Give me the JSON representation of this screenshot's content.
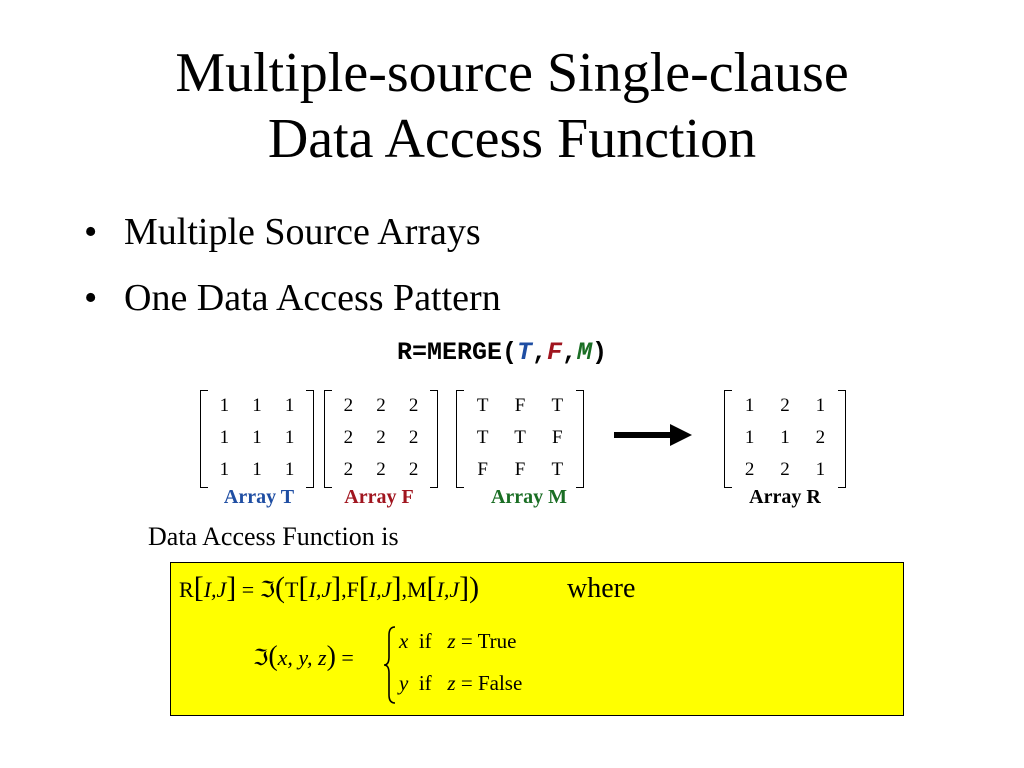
{
  "slide": {
    "title_line1": "Multiple-source Single-clause",
    "title_line2": "Data Access Function",
    "bullets": [
      "Multiple Source Arrays",
      "One Data Access Pattern"
    ]
  },
  "formula": {
    "prefix": "R=MERGE(",
    "args": [
      {
        "text": "T",
        "color": "#1f4ea3"
      },
      {
        "text": "F",
        "color": "#a0151f"
      },
      {
        "text": "M",
        "color": "#1a6e24"
      }
    ],
    "comma": ",",
    "suffix": ")"
  },
  "arrays": [
    {
      "label": "Array T",
      "color": "#1f4ea3",
      "cells": [
        [
          "1",
          "1",
          "1"
        ],
        [
          "1",
          "1",
          "1"
        ],
        [
          "1",
          "1",
          "1"
        ]
      ]
    },
    {
      "label": "Array F",
      "color": "#a0151f",
      "cells": [
        [
          "2",
          "2",
          "2"
        ],
        [
          "2",
          "2",
          "2"
        ],
        [
          "2",
          "2",
          "2"
        ]
      ]
    },
    {
      "label": "Array M",
      "color": "#1a6e24",
      "cells": [
        [
          "T",
          "F",
          "T"
        ],
        [
          "T",
          "T",
          "F"
        ],
        [
          "F",
          "F",
          "T"
        ]
      ]
    },
    {
      "label": "Array R",
      "color": "#000000",
      "cells": [
        [
          "1",
          "2",
          "1"
        ],
        [
          "1",
          "1",
          "2"
        ],
        [
          "2",
          "2",
          "1"
        ]
      ]
    }
  ],
  "definition": {
    "intro": "Data Access Function is",
    "where": "where",
    "eq1": {
      "lhs": "R",
      "index": "I,J",
      "equals": "=",
      "func": "ℑ",
      "arg1": "T",
      "arg2": "F",
      "arg3": "M",
      "comma": ","
    },
    "eq2": {
      "func": "ℑ",
      "vars": "x, y, z",
      "equals": "=",
      "case1": {
        "value": "x",
        "cond": "if",
        "var": "z",
        "eq": "=",
        "rhs": "True"
      },
      "case2": {
        "value": "y",
        "cond": "if",
        "var": "z",
        "eq": "=",
        "rhs": "False"
      }
    }
  },
  "colors": {
    "box_background": "#ffff00",
    "array_t": "#1f4ea3",
    "array_f": "#a0151f",
    "array_m": "#1a6e24"
  }
}
